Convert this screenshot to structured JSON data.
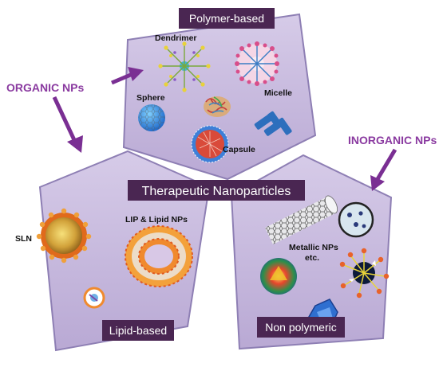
{
  "groups": {
    "organic_label": "ORGANIC NPs",
    "inorganic_label": "INORGANIC NPs",
    "center_title": "Therapeutic Nanoparticles"
  },
  "polymer": {
    "title": "Polymer-based",
    "items": {
      "dendrimer": "Dendrimer",
      "micelle": "Micelle",
      "sphere": "Sphere",
      "capsule": "Capsule"
    }
  },
  "lipid": {
    "title": "Lipid-based",
    "items": {
      "sln": "SLN",
      "lip": "LIP & Lipid NPs"
    }
  },
  "nonpolymeric": {
    "title": "Non polymeric",
    "items": {
      "metallic_line1": "Metallic NPs",
      "metallic_line2": "etc."
    }
  },
  "colors": {
    "panel_fill": "#c2b3d9",
    "panel_stroke": "#8e7fb4",
    "title_box": "#4a2652",
    "arrow": "#7a2f93",
    "organic_text": "#8a3aa0"
  }
}
